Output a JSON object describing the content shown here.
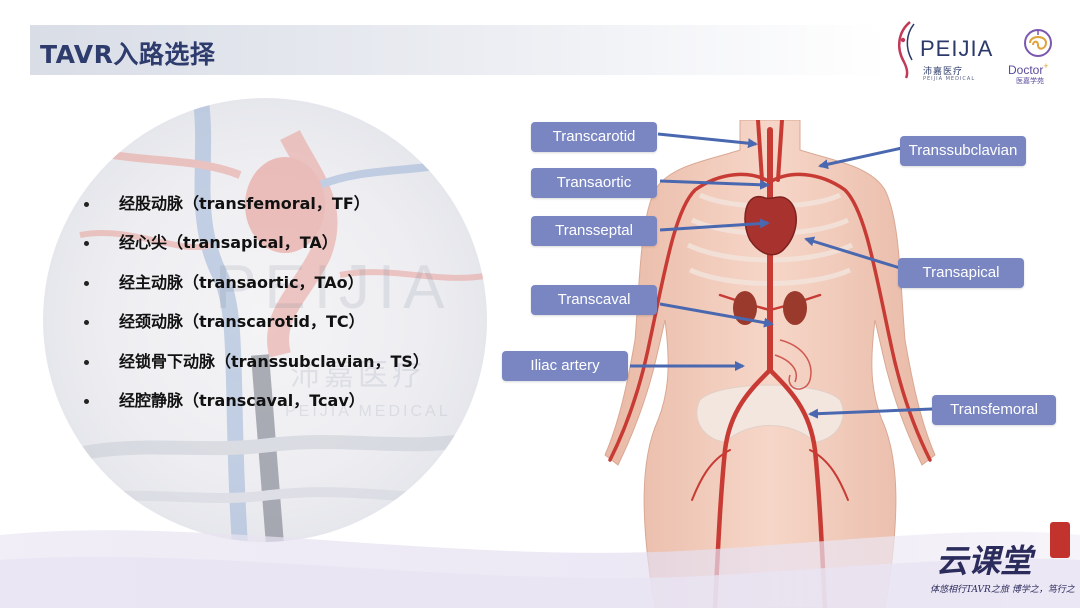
{
  "title": "TAVR入路选择",
  "logos": {
    "peijia": {
      "word": "PEIJIA",
      "cn": "沛嘉医疗",
      "en": "PEIJIA MEDICAL"
    },
    "doctor": {
      "word": "Doctor",
      "cn": "医嘉学苑"
    }
  },
  "watermark": {
    "line1": "PEIJIA",
    "line2": "沛嘉医疗",
    "line3": "PEIJIA MEDICAL"
  },
  "bullets": [
    "经股动脉（transfemoral，TF）",
    "经心尖（transapical，TA）",
    "经主动脉（transaortic，TAo）",
    "经颈动脉（transcarotid，TC）",
    "经锁骨下动脉（transsubclavian，TS）",
    "经腔静脉（transcaval，Tcav）"
  ],
  "diagram_labels": {
    "transcarotid": "Transcarotid",
    "transaortic": "Transaortic",
    "transseptal": "Transseptal",
    "transcaval": "Transcaval",
    "iliac_artery": "Iliac artery",
    "transsubclavian": "Transsubclavian",
    "transapical": "Transapical",
    "transfemoral": "Transfemoral"
  },
  "brand": {
    "name": "云课堂",
    "slogan": "体悠相行TAVR之旅 博学之，笃行之"
  },
  "colors": {
    "title_text": "#2d3b6d",
    "label_bg": "#7a86c2",
    "arrow": "#4a68b0",
    "artery": "#c73b34"
  }
}
